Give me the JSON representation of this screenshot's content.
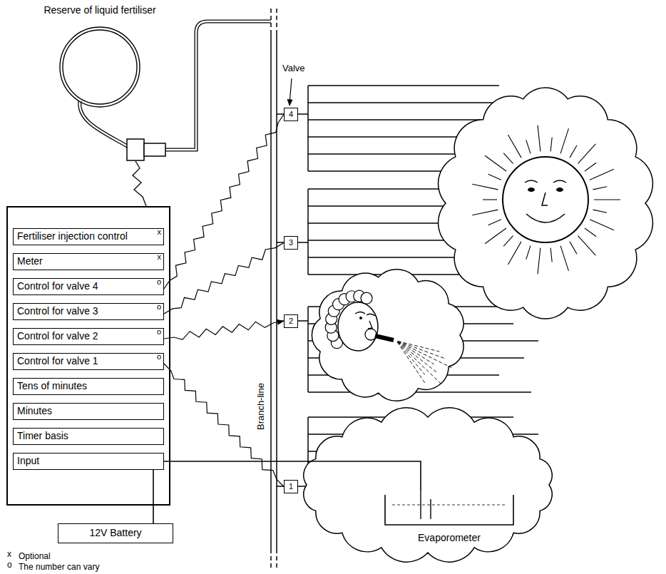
{
  "diagram": {
    "nodes": [
      {
        "text": [
          "Reserve of liquid fertiliser"
        ]
      },
      {
        "text": [
          "Fertiliser injection control",
          "x"
        ]
      },
      {
        "text": [
          "Meter",
          "x"
        ]
      },
      {
        "text": [
          "Control for valve 4",
          "o"
        ]
      },
      {
        "text": [
          "Control for valve 3",
          "o"
        ]
      },
      {
        "text": [
          "Control for valve 2",
          "o"
        ]
      },
      {
        "text": [
          "Control for valve 1",
          "o"
        ]
      },
      {
        "text": [
          "Tens of minutes"
        ]
      },
      {
        "text": [
          "Minutes"
        ]
      },
      {
        "text": [
          "Timer basis"
        ]
      },
      {
        "text": [
          "Input"
        ]
      },
      {
        "text": [
          "12V Battery"
        ]
      },
      {
        "text": [
          "4"
        ]
      },
      {
        "text": [
          "3"
        ]
      },
      {
        "text": [
          "2"
        ]
      },
      {
        "text": [
          "1"
        ]
      },
      {
        "text": [
          "Evaporometer"
        ]
      }
    ],
    "edges": [
      {
        "from": 3,
        "to": 12,
        "arrow": "none"
      },
      {
        "from": 4,
        "to": 13,
        "arrow": "none"
      },
      {
        "from": 5,
        "to": 14,
        "arrow": "to"
      },
      {
        "from": 6,
        "to": 15,
        "arrow": "none"
      },
      {
        "from": 11,
        "to": 10,
        "arrow": "none"
      },
      {
        "from": 16,
        "to": 10,
        "arrow": "none"
      }
    ],
    "labels": [
      "Valve",
      "Branch-line",
      "x",
      "o"
    ],
    "legend": [
      {
        "text": "Optional"
      },
      {
        "text": "The number can vary"
      }
    ]
  }
}
